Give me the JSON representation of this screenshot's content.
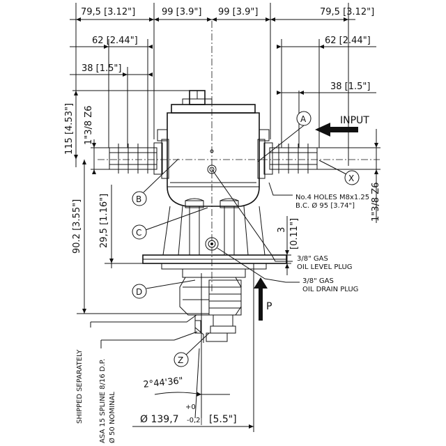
{
  "dimensions": {
    "top_left_outer": "79,5 [3.12\"]",
    "top_left_inner": "99 [3.9\"]",
    "top_right_inner": "99 [3.9\"]",
    "top_right_outer": "79,5 [3.12\"]",
    "left_62": "62 [2.44\"]",
    "right_62": "62 [2.44\"]",
    "left_38": "38 [1.5\"]",
    "right_38": "38 [1.5\"]",
    "height_115": "115 [4.53\"]",
    "height_90": "90.2 [3.55\"]",
    "height_29": "29,5 [1.16\"]",
    "gap_3": "3",
    "gap_3_in": "[0.11\"]",
    "angle": "2°44'36\"",
    "diameter_main": "Ø 139,7",
    "tol_plus": "+0",
    "tol_minus": "-0,2",
    "diameter_in": "[5.5\"]"
  },
  "labels": {
    "input": "INPUT",
    "shaft_left": "1\"3/8 Z6",
    "shaft_right": "1\"3/8 Z6",
    "holes_line1": "No.4 HOLES M8x1.25",
    "holes_line2": "B.C. Ø 95 [3.74\"]",
    "oil_level_1": "3/8\" GAS",
    "oil_level_2": "OIL LEVEL PLUG",
    "oil_drain_1": "3/8\" GAS",
    "oil_drain_2": "OIL DRAIN PLUG",
    "shipped": "SHIPPED SEPARATELY",
    "spline_1": "ASA 15 SPLINE 8/16 D.P.",
    "spline_2": "Ø 50 NOMINAL",
    "force": "P"
  },
  "callouts": [
    "A",
    "B",
    "C",
    "D",
    "X",
    "Z"
  ]
}
